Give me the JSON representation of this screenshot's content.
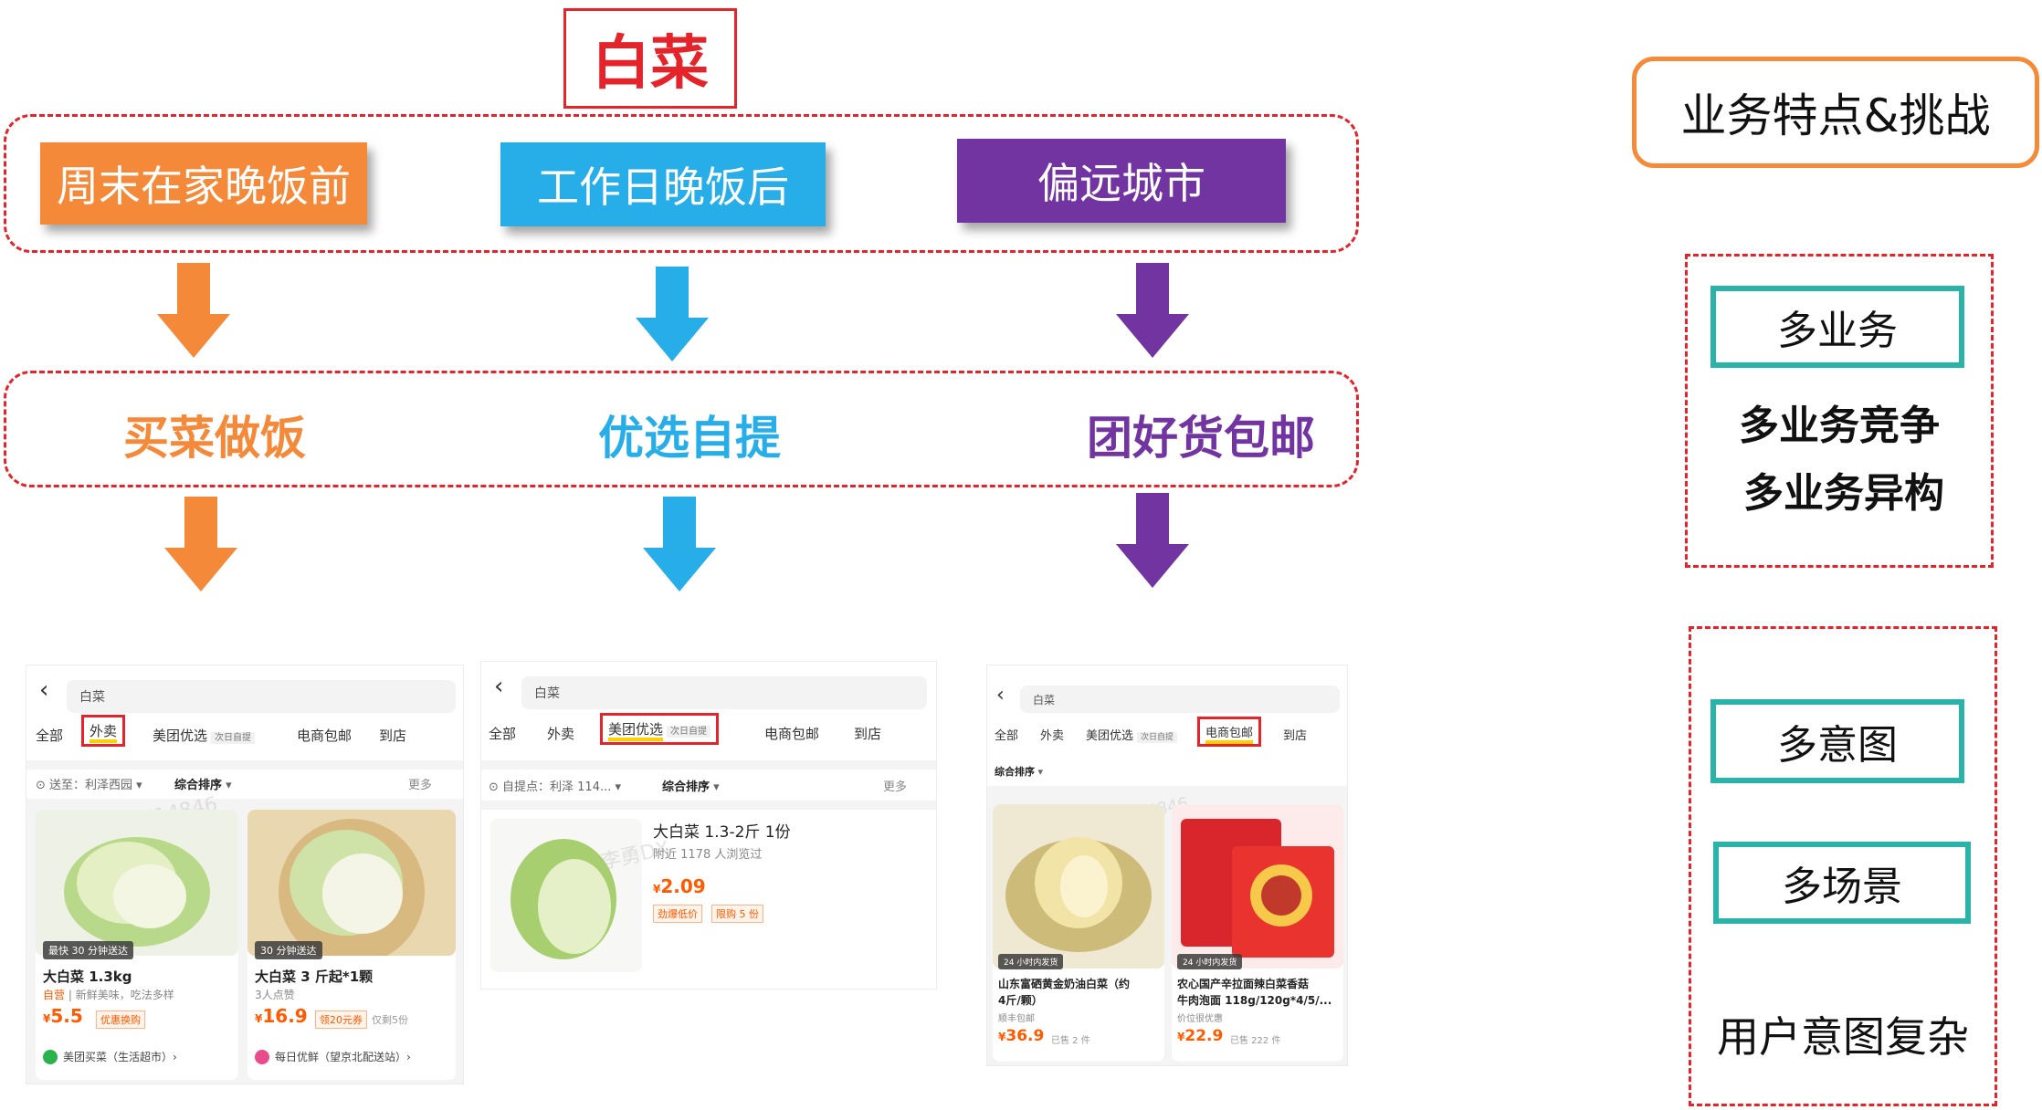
{
  "title": "白菜",
  "scenarios": [
    {
      "label": "周末在家晚饭前",
      "color": "#f5893a"
    },
    {
      "label": "工作日晚饭后",
      "color": "#27aee8"
    },
    {
      "label": "偏远城市",
      "color": "#7134a0"
    }
  ],
  "intents": [
    {
      "label": "买菜做饭",
      "color": "#f5893a"
    },
    {
      "label": "优选自提",
      "color": "#27aee8"
    },
    {
      "label": "团好货包邮",
      "color": "#7134a0"
    }
  ],
  "phones": [
    {
      "search": "白菜",
      "tabs": [
        "全部",
        "外卖",
        "美团优选",
        "电商包邮",
        "到店"
      ],
      "tab_badge": "次日自提",
      "highlighted_tab": "外卖",
      "filter_location": "送至：利泽西园",
      "filter_sort": "综合排序",
      "more": "更多",
      "watermark": "李勇DX714846",
      "products": [
        {
          "badge": "最快 30 分钟送达",
          "name": "大白菜 1.3kg",
          "sub_tag": "自营",
          "sub": "新鲜美味，吃法多样",
          "price_symbol": "¥",
          "price": "5.5",
          "promo": "优惠换购",
          "store": "美团买菜（生活超市）›"
        },
        {
          "badge": "30 分钟送达",
          "name": "大白菜 3 斤起*1颗",
          "sub": "3人点赞",
          "price_symbol": "¥",
          "price": "16.9",
          "promo": "领20元券",
          "extra": "仅剩5份",
          "store": "每日优鲜（望京北配送站）›"
        }
      ]
    },
    {
      "search": "白菜",
      "tabs": [
        "全部",
        "外卖",
        "美团优选",
        "电商包邮",
        "到店"
      ],
      "tab_badge": "次日自提",
      "highlighted_tab": "美团优选",
      "filter_location": "自提点：利泽 114...",
      "filter_sort": "综合排序",
      "more": "更多",
      "watermark": "李勇DX",
      "products": [
        {
          "name": "大白菜 1.3-2斤 1份",
          "sub": "附近 1178 人浏览过",
          "price_symbol": "¥",
          "price": "2.09",
          "promo": "劲爆低价",
          "extra": "限购 5 份"
        }
      ]
    },
    {
      "search": "白菜",
      "tabs": [
        "全部",
        "外卖",
        "美团优选",
        "电商包邮",
        "到店"
      ],
      "tab_badge": "次日自提",
      "highlighted_tab": "电商包邮",
      "filter_sort": "综合排序",
      "watermark": "李勇DX714846",
      "products": [
        {
          "badge": "24 小时内发货",
          "name": "山东富硒黄金奶油白菜（约",
          "name2": "4斤/颗）",
          "sub": "顺丰包邮",
          "price_symbol": "¥",
          "price": "36.9",
          "extra": "已售 2 件"
        },
        {
          "badge": "24 小时内发货",
          "name": "农心国产辛拉面辣白菜香菇",
          "name2": "牛肉泡面 118g/120g*4/5/...",
          "sub": "价位很优惠",
          "price_symbol": "¥",
          "price": "22.9",
          "extra": "已售 222 件"
        }
      ]
    }
  ],
  "panel": {
    "title": "业务特点&挑战",
    "group1": {
      "box": "多业务",
      "lines": [
        "多业务竞争",
        "多业务异构"
      ]
    },
    "group2": {
      "boxes": [
        "多意图",
        "多场景"
      ],
      "footer": "用户意图复杂"
    }
  },
  "colors": {
    "red": "#e5232a",
    "teal": "#2ab3a8",
    "orange": "#f58a3a"
  }
}
